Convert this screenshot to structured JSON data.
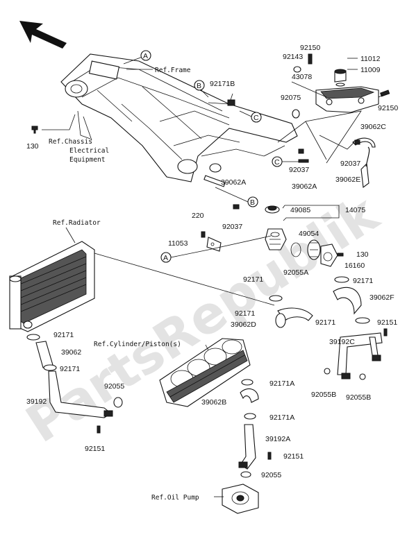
{
  "labels": {
    "p92150_top": "92150",
    "p92143": "92143",
    "p11012": "11012",
    "p11009": "11009",
    "p43078": "43078",
    "p92171B": "92171B",
    "p92075": "92075",
    "p92150_right": "92150",
    "p39062C": "39062C",
    "p130_left": "130",
    "p92037_a": "92037",
    "p92037_b": "92037",
    "p39062A_a": "39062A",
    "p39062E": "39062E",
    "p39062A_b": "39062A",
    "p220": "220",
    "p92037_c": "92037",
    "p49085": "49085",
    "p14075": "14075",
    "p11053": "11053",
    "p49054": "49054",
    "p130_right": "130",
    "p92055A": "92055A",
    "p16160": "16160",
    "p92171_r1": "92171",
    "p92171_mid": "92171",
    "p39062F": "39062F",
    "p92171_mid2": "92171",
    "p39062D": "39062D",
    "p92171_r2": "92171",
    "p92151_r": "92151",
    "p92171_l1": "92171",
    "p39062_l": "39062",
    "p39192C": "39192C",
    "p92171_l2": "92171",
    "p92055_l": "92055",
    "p92171A_a": "92171A",
    "p92055B_a": "92055B",
    "p92055B_b": "92055B",
    "p39192": "39192",
    "p39062B": "39062B",
    "p92171A_b": "92171A",
    "p92151_l": "92151",
    "p39192A": "39192A",
    "p92151_b": "92151",
    "p92055_b": "92055"
  },
  "references": {
    "frame": "Ref.Frame",
    "chassis_line1": "Ref.Chassis",
    "chassis_line2": "Electrical",
    "chassis_line3": "Equipment",
    "radiator": "Ref.Radiator",
    "cylinder": "Ref.Cylinder/Piston(s)",
    "oil_pump": "Ref.Oil Pump"
  },
  "callouts": {
    "a1": "A",
    "a2": "A",
    "b1": "B",
    "b2": "B",
    "c1": "C",
    "c2": "C"
  },
  "watermark": "PartsRepublik",
  "icons": {
    "direction": "front-direction-arrow-icon"
  },
  "colors": {
    "line": "#111111",
    "watermark": "#e3e3e3",
    "background": "#ffffff"
  }
}
